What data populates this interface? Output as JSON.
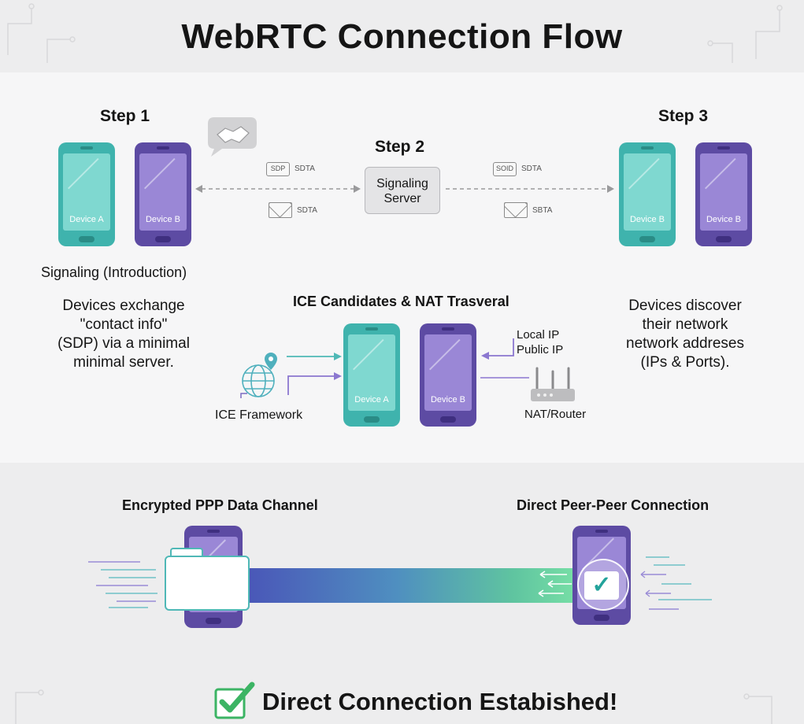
{
  "title": "WebRTC Connection Flow",
  "steps": {
    "step1": "Step 1",
    "step2": "Step 2",
    "step3": "Step 3"
  },
  "devices": {
    "a": "Device A",
    "b": "Device B"
  },
  "server": {
    "line1": "Signaling",
    "line2": "Server"
  },
  "message_labels": {
    "sdta": "SDTA",
    "sbta": "SBTA",
    "icon_left": "SDP",
    "icon_right": "SOID"
  },
  "signaling": {
    "heading": "Signaling (Introduction)",
    "desc": [
      "Devices exchange",
      "\"contact info\"",
      "(SDP) via a minimal",
      "minimal server."
    ]
  },
  "ice": {
    "heading": "ICE Candidates & NAT Trasveral",
    "framework": "ICE Framework",
    "local_ip": "Local IP",
    "public_ip": "Public IP",
    "nat": "NAT/Router"
  },
  "step3_desc": [
    "Devices discover",
    "their network",
    "network addreses",
    "(IPs & Ports)."
  ],
  "bottom": {
    "encrypted": "Encrypted PPP Data Channel",
    "direct": "Direct Peer-Peer Connection",
    "check": "✓",
    "established": "Direct Connection Estabished!"
  },
  "colors": {
    "teal": "#3fb3ad",
    "purple": "#5d4ba3",
    "check_green": "#3cb464"
  }
}
